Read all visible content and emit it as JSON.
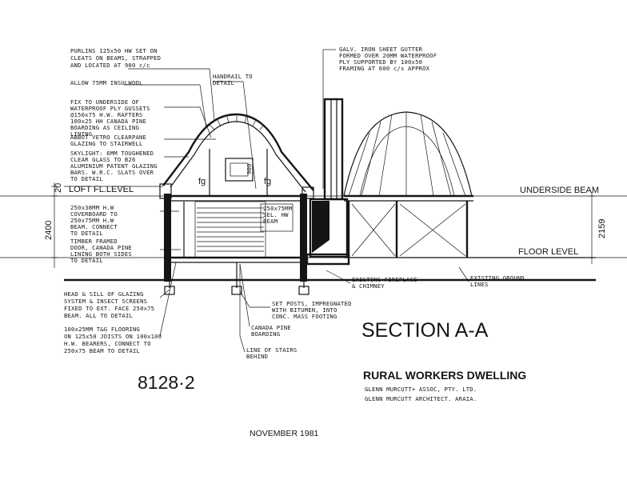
{
  "drawing": {
    "section_title": "SECTION A-A",
    "drawing_number": "8128·2",
    "date": "NOVEMBER 1981",
    "project": {
      "name": "RURAL WORKERS DWELLING",
      "firm": "GLENN MURCUTT+ ASSOC, PTY. LTD.",
      "architect": "GLENN MURCUTT ARCHITECT. ARAIA."
    },
    "levels": {
      "loft": "LOFT FL.LEVEL",
      "floor": "FLOOR LEVEL",
      "underside_beam": "UNDERSIDE BEAM"
    },
    "dimensions": {
      "loft_gap": "20",
      "left_height": "2400",
      "right_height": "2159",
      "window_height": "900"
    },
    "room_tags": [
      "fg",
      "fg"
    ],
    "notes_left": [
      [
        "PURLINS 125x50 HW SET ON",
        "CLEATS ON BEAMS, STRAPPED",
        "AND LOCATED AT 900 c/c"
      ],
      [
        "ALLOW 75MM INSULWOOL"
      ],
      [
        "FIX TO UNDERSIDE OF",
        "WATERPROOF PLY GUSSETS",
        "@150x75 H.W. RAFTERS",
        "100x25 HH CANADA PINE",
        "BOARDING AS CEILING",
        "LINING"
      ],
      [
        "ABBOT VETRO CLEARPANE",
        "GLAZING TO STAIRWELL"
      ],
      [
        "SKYLIGHT: 6MM TOUGHENED",
        "CLEAR GLASS TO B26",
        "ALUMINIUM PATENT GLAZING",
        "BARS. W.R.C. SLATS OVER",
        "TO DETAIL"
      ],
      [
        "250x38MM H.W",
        "COVERBOARD TO",
        "250x75MM H.W",
        "BEAM. CONNECT",
        "TO DETAIL"
      ],
      [
        "TIMBER FRAMED",
        "DOOR, CANADA PINE",
        "LINING BOTH SIDES",
        "TO DETAIL"
      ],
      [
        "HEAD & SILL OF GLAZING",
        "SYSTEM & INSECT SCREENS",
        "FIXED TO EXT. FACE 250x75",
        "BEAM. ALL TO DETAIL"
      ],
      [
        "100x25MM T&G FLOORING",
        "ON 125x50 JOISTS ON 100x100",
        "H.W. BEARERS, CONNECT TO",
        "250x75 BEAM TO DETAIL"
      ]
    ],
    "notes_center": {
      "handrail": [
        "HANDRAIL TO",
        "DETAIL"
      ],
      "beam": [
        "250x75MM",
        "SEL. HW",
        "BEAM"
      ],
      "posts": [
        "SET POSTS, IMPREGNATED",
        "WITH BITUMEN, INTO",
        "CONC. MASS FOOTING"
      ],
      "pine": [
        "CANADA PINE",
        "BOARDING"
      ],
      "stairs": [
        "LINE OF STAIRS",
        "BEHIND"
      ]
    },
    "notes_right": {
      "gutter": [
        "GALV. IRON SHEET GUTTER",
        "FORMED OVER 20MM WATERPROOF",
        "PLY SUPPORTED BY 100x50",
        "FRAMING AT 600 c/s APPROX"
      ],
      "fireplace": [
        "EXISTING FIREPLACE",
        "& CHIMNEY"
      ],
      "ground": [
        "EXISTING GROUND",
        "LINES"
      ]
    }
  }
}
